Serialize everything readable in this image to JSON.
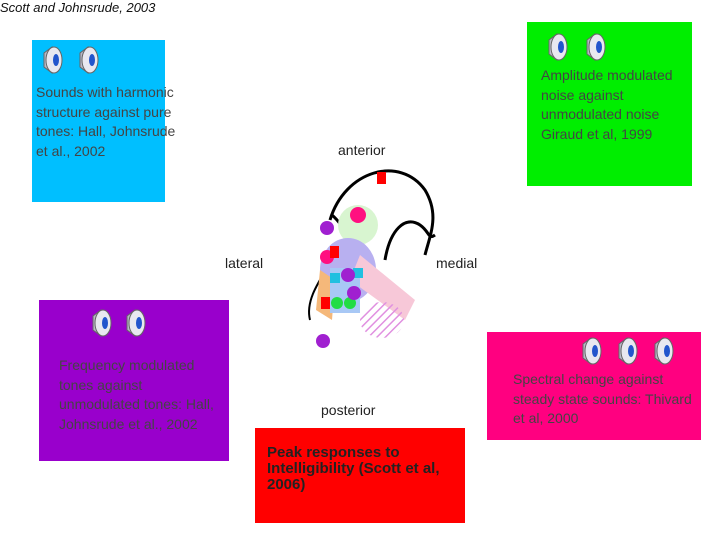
{
  "citation": "Scott and Johnsrude, 2003",
  "orientation": {
    "anterior": "anterior",
    "posterior": "posterior",
    "lateral": "lateral",
    "medial": "medial"
  },
  "boxes": {
    "harmonic": {
      "color": "#00BFFF",
      "speakers": 2,
      "text": "Sounds with harmonic structure against pure tones: Hall, Johnsrude et al., 2002"
    },
    "amplitude": {
      "color": "#00EE00",
      "speakers": 2,
      "text": "Amplitude modulated noise against unmodulated noise Giraud et al, 1999"
    },
    "frequency": {
      "color": "#9900CC",
      "speakers": 2,
      "text": "Frequency modulated tones against unmodulated tones: Hall, Johnsrude et al., 2002"
    },
    "spectral": {
      "color": "#FF0080",
      "speakers": 3,
      "text": "Spectral change against steady state sounds: Thivard et al, 2000"
    },
    "peak": {
      "color": "#FF0000",
      "text": "Peak responses to Intelligibility (Scott et al, 2006)"
    }
  },
  "icons": [
    "speaker-icon"
  ]
}
